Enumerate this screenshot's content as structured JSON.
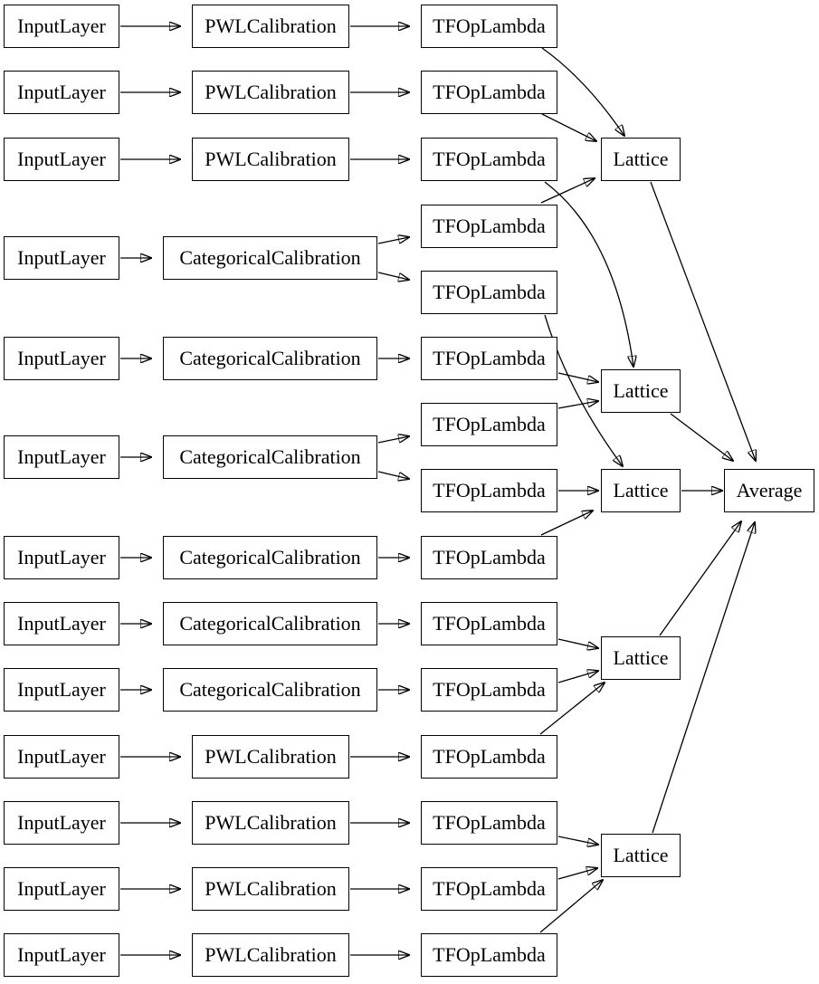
{
  "diagram": {
    "type": "keras-model-graph",
    "background_color": "#ffffff",
    "node_fill_color": "#ffffff",
    "node_border_color": "#000000",
    "edge_color": "#000000",
    "nodes": [
      {
        "id": "input-1",
        "type": "input",
        "label": "InputLayer"
      },
      {
        "id": "pwl-1",
        "type": "calibration",
        "label": "PWLCalibration"
      },
      {
        "id": "lambda-1",
        "type": "lambda",
        "label": "TFOpLambda"
      },
      {
        "id": "input-2",
        "type": "input",
        "label": "InputLayer"
      },
      {
        "id": "pwl-2",
        "type": "calibration",
        "label": "PWLCalibration"
      },
      {
        "id": "lambda-2",
        "type": "lambda",
        "label": "TFOpLambda"
      },
      {
        "id": "input-3",
        "type": "input",
        "label": "InputLayer"
      },
      {
        "id": "pwl-3",
        "type": "calibration",
        "label": "PWLCalibration"
      },
      {
        "id": "lambda-3",
        "type": "lambda",
        "label": "TFOpLambda"
      },
      {
        "id": "lattice-1",
        "type": "lattice",
        "label": "Lattice"
      },
      {
        "id": "input-4",
        "type": "input",
        "label": "InputLayer"
      },
      {
        "id": "cat-1",
        "type": "calibration",
        "label": "CategoricalCalibration"
      },
      {
        "id": "lambda-4",
        "type": "lambda",
        "label": "TFOpLambda"
      },
      {
        "id": "lambda-5",
        "type": "lambda",
        "label": "TFOpLambda"
      },
      {
        "id": "input-5",
        "type": "input",
        "label": "InputLayer"
      },
      {
        "id": "cat-2",
        "type": "calibration",
        "label": "CategoricalCalibration"
      },
      {
        "id": "lambda-6",
        "type": "lambda",
        "label": "TFOpLambda"
      },
      {
        "id": "lattice-2",
        "type": "lattice",
        "label": "Lattice"
      },
      {
        "id": "input-6",
        "type": "input",
        "label": "InputLayer"
      },
      {
        "id": "cat-3",
        "type": "calibration",
        "label": "CategoricalCalibration"
      },
      {
        "id": "lambda-7",
        "type": "lambda",
        "label": "TFOpLambda"
      },
      {
        "id": "lambda-8",
        "type": "lambda",
        "label": "TFOpLambda"
      },
      {
        "id": "lattice-3",
        "type": "lattice",
        "label": "Lattice"
      },
      {
        "id": "average",
        "type": "merge",
        "label": "Average"
      },
      {
        "id": "input-7",
        "type": "input",
        "label": "InputLayer"
      },
      {
        "id": "cat-4",
        "type": "calibration",
        "label": "CategoricalCalibration"
      },
      {
        "id": "lambda-9",
        "type": "lambda",
        "label": "TFOpLambda"
      },
      {
        "id": "input-8",
        "type": "input",
        "label": "InputLayer"
      },
      {
        "id": "cat-5",
        "type": "calibration",
        "label": "CategoricalCalibration"
      },
      {
        "id": "lambda-10",
        "type": "lambda",
        "label": "TFOpLambda"
      },
      {
        "id": "input-9",
        "type": "input",
        "label": "InputLayer"
      },
      {
        "id": "cat-6",
        "type": "calibration",
        "label": "CategoricalCalibration"
      },
      {
        "id": "lambda-11",
        "type": "lambda",
        "label": "TFOpLambda"
      },
      {
        "id": "lattice-4",
        "type": "lattice",
        "label": "Lattice"
      },
      {
        "id": "input-10",
        "type": "input",
        "label": "InputLayer"
      },
      {
        "id": "pwl-4",
        "type": "calibration",
        "label": "PWLCalibration"
      },
      {
        "id": "lambda-12",
        "type": "lambda",
        "label": "TFOpLambda"
      },
      {
        "id": "input-11",
        "type": "input",
        "label": "InputLayer"
      },
      {
        "id": "pwl-5",
        "type": "calibration",
        "label": "PWLCalibration"
      },
      {
        "id": "lambda-13",
        "type": "lambda",
        "label": "TFOpLambda"
      },
      {
        "id": "input-12",
        "type": "input",
        "label": "InputLayer"
      },
      {
        "id": "pwl-6",
        "type": "calibration",
        "label": "PWLCalibration"
      },
      {
        "id": "lambda-14",
        "type": "lambda",
        "label": "TFOpLambda"
      },
      {
        "id": "lattice-5",
        "type": "lattice",
        "label": "Lattice"
      },
      {
        "id": "input-13",
        "type": "input",
        "label": "InputLayer"
      },
      {
        "id": "pwl-7",
        "type": "calibration",
        "label": "PWLCalibration"
      },
      {
        "id": "lambda-15",
        "type": "lambda",
        "label": "TFOpLambda"
      }
    ],
    "edges": [
      {
        "from": "input-1",
        "to": "pwl-1"
      },
      {
        "from": "pwl-1",
        "to": "lambda-1"
      },
      {
        "from": "lambda-1",
        "to": "lattice-1"
      },
      {
        "from": "input-2",
        "to": "pwl-2"
      },
      {
        "from": "pwl-2",
        "to": "lambda-2"
      },
      {
        "from": "lambda-2",
        "to": "lattice-1"
      },
      {
        "from": "input-3",
        "to": "pwl-3"
      },
      {
        "from": "pwl-3",
        "to": "lambda-3"
      },
      {
        "from": "lambda-3",
        "to": "lattice-2"
      },
      {
        "from": "input-4",
        "to": "cat-1"
      },
      {
        "from": "cat-1",
        "to": "lambda-4"
      },
      {
        "from": "cat-1",
        "to": "lambda-5"
      },
      {
        "from": "lambda-4",
        "to": "lattice-1"
      },
      {
        "from": "lambda-5",
        "to": "lattice-3"
      },
      {
        "from": "input-5",
        "to": "cat-2"
      },
      {
        "from": "cat-2",
        "to": "lambda-6"
      },
      {
        "from": "lambda-6",
        "to": "lattice-2"
      },
      {
        "from": "input-6",
        "to": "cat-3"
      },
      {
        "from": "cat-3",
        "to": "lambda-7"
      },
      {
        "from": "cat-3",
        "to": "lambda-8"
      },
      {
        "from": "lambda-7",
        "to": "lattice-2"
      },
      {
        "from": "lambda-8",
        "to": "lattice-3"
      },
      {
        "from": "input-7",
        "to": "cat-4"
      },
      {
        "from": "cat-4",
        "to": "lambda-9"
      },
      {
        "from": "lambda-9",
        "to": "lattice-3"
      },
      {
        "from": "input-8",
        "to": "cat-5"
      },
      {
        "from": "cat-5",
        "to": "lambda-10"
      },
      {
        "from": "lambda-10",
        "to": "lattice-4"
      },
      {
        "from": "input-9",
        "to": "cat-6"
      },
      {
        "from": "cat-6",
        "to": "lambda-11"
      },
      {
        "from": "lambda-11",
        "to": "lattice-4"
      },
      {
        "from": "input-10",
        "to": "pwl-4"
      },
      {
        "from": "pwl-4",
        "to": "lambda-12"
      },
      {
        "from": "lambda-12",
        "to": "lattice-4"
      },
      {
        "from": "input-11",
        "to": "pwl-5"
      },
      {
        "from": "pwl-5",
        "to": "lambda-13"
      },
      {
        "from": "lambda-13",
        "to": "lattice-5"
      },
      {
        "from": "input-12",
        "to": "pwl-6"
      },
      {
        "from": "pwl-6",
        "to": "lambda-14"
      },
      {
        "from": "lambda-14",
        "to": "lattice-5"
      },
      {
        "from": "input-13",
        "to": "pwl-7"
      },
      {
        "from": "pwl-7",
        "to": "lambda-15"
      },
      {
        "from": "lambda-15",
        "to": "lattice-5"
      },
      {
        "from": "lattice-1",
        "to": "average"
      },
      {
        "from": "lattice-2",
        "to": "average"
      },
      {
        "from": "lattice-3",
        "to": "average"
      },
      {
        "from": "lattice-4",
        "to": "average"
      },
      {
        "from": "lattice-5",
        "to": "average"
      }
    ]
  }
}
